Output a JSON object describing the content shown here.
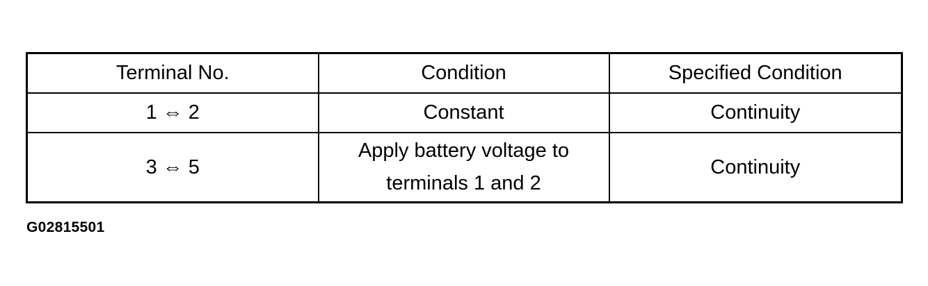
{
  "table": {
    "headers": [
      "Terminal No.",
      "Condition",
      "Specified Condition"
    ],
    "rows": [
      {
        "terminal": "1 ⇔ 2",
        "condition": [
          "Constant"
        ],
        "specified": "Continuity"
      },
      {
        "terminal": "3 ⇔ 5",
        "condition": [
          "Apply battery voltage to",
          "terminals 1 and 2"
        ],
        "specified": "Continuity"
      }
    ]
  },
  "figure_id": "G02815501"
}
